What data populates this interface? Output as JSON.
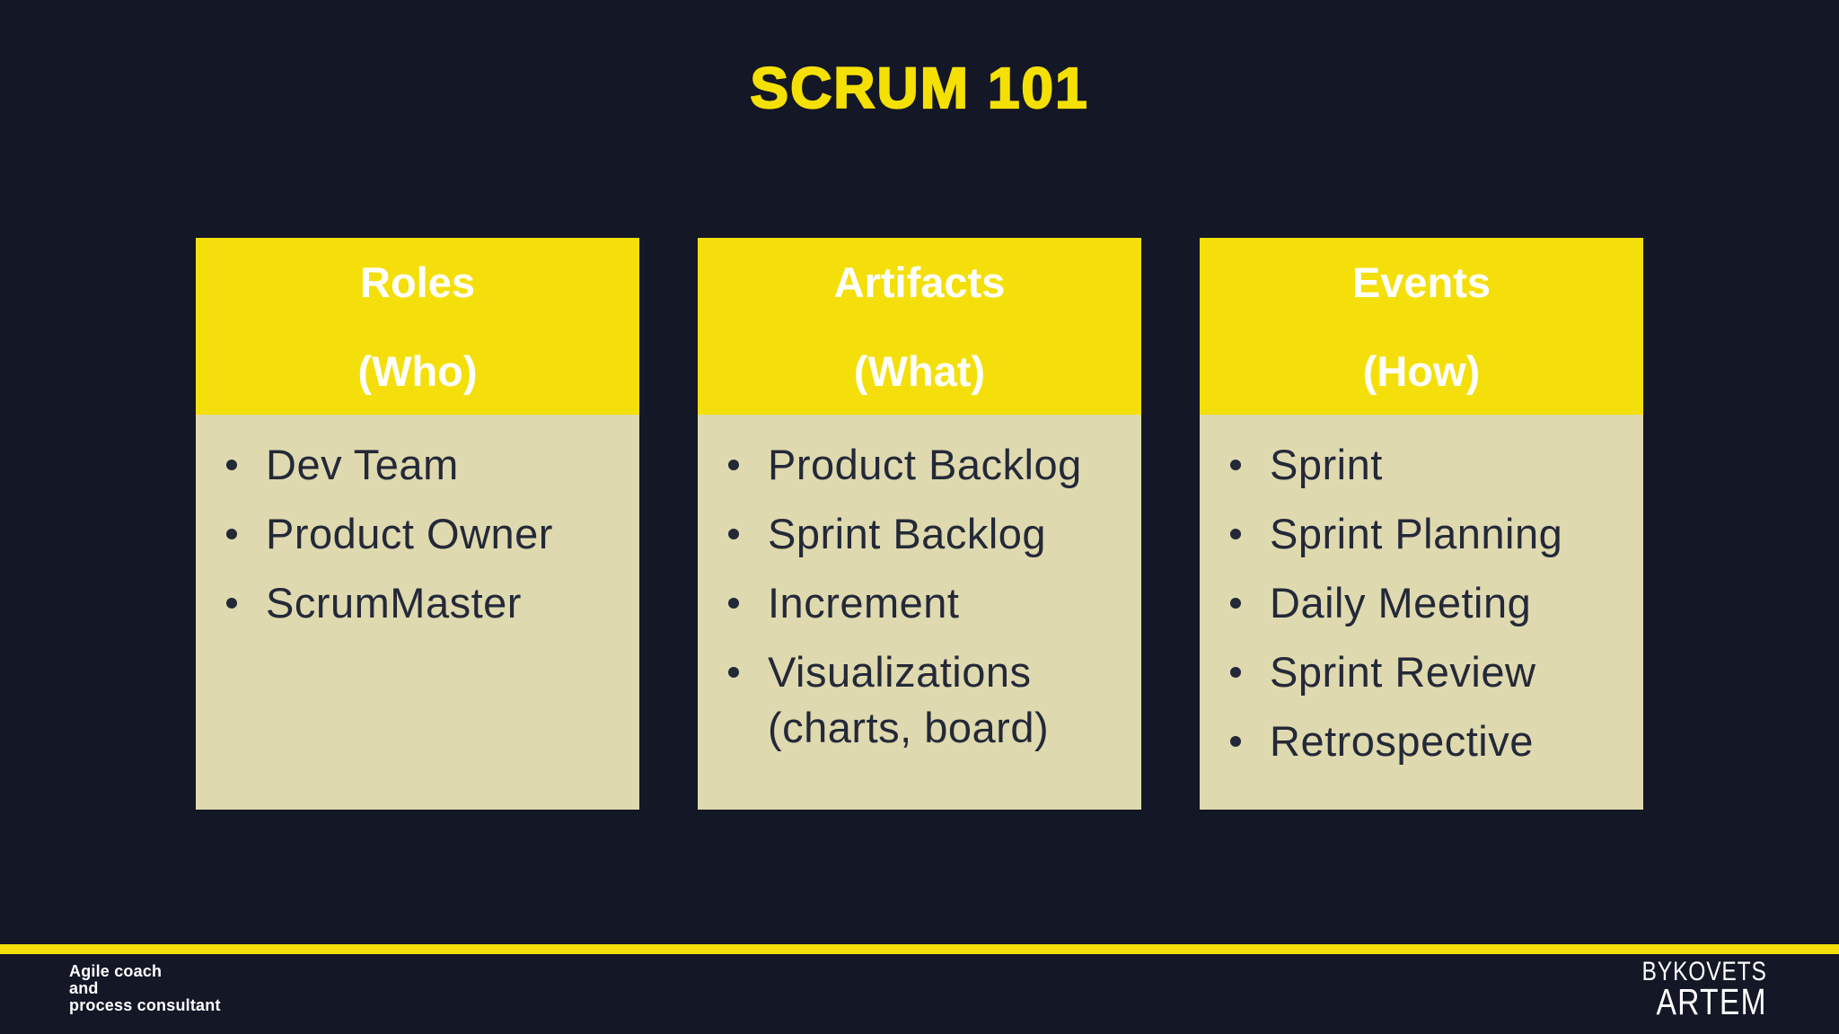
{
  "page": {
    "title": "SCRUM 101"
  },
  "colors": {
    "background": "#131726",
    "accent_yellow": "#F5DF0B",
    "title_yellow": "#F5E003",
    "card_body_cream": "#DFD9AF",
    "header_text": "#FFFFFF",
    "body_text": "#242938"
  },
  "cards": [
    {
      "title": "Roles",
      "subtitle": "(Who)",
      "items": [
        "Dev Team",
        "Product Owner",
        "ScrumMaster"
      ]
    },
    {
      "title": "Artifacts",
      "subtitle": "(What)",
      "items": [
        "Product Backlog",
        "Sprint Backlog",
        "Increment",
        "Visualizations (charts, board)"
      ]
    },
    {
      "title": "Events",
      "subtitle": "(How)",
      "items": [
        "Sprint",
        "Sprint Planning",
        "Daily Meeting",
        "Sprint Review",
        "Retrospective"
      ]
    }
  ],
  "footer": {
    "tagline_lines": [
      "Agile coach",
      "and",
      "process consultant"
    ],
    "logo_line1": "BYKOVETS",
    "logo_line2": "ARTEM"
  }
}
